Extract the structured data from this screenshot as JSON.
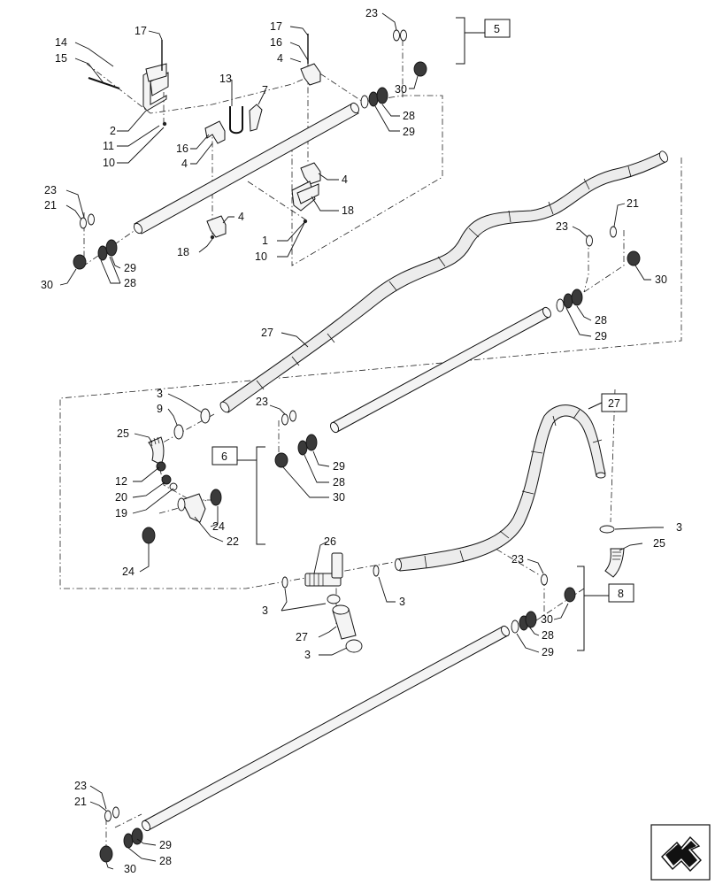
{
  "diagram": {
    "callouts": {
      "c14": "14",
      "c15": "15",
      "c17a": "17",
      "c2": "2",
      "c11": "11",
      "c10a": "10",
      "c13": "13",
      "c7": "7",
      "c16a": "16",
      "c4a": "4",
      "c17b": "17",
      "c16b": "16",
      "c4b": "4",
      "c23a": "23",
      "c30a": "30",
      "c28a": "28",
      "c29a": "29",
      "c4c": "4",
      "c18a": "18",
      "c1": "1",
      "c10b": "10",
      "c4d": "4",
      "c18b": "18",
      "c23b": "23",
      "c21b": "21",
      "c29b": "29",
      "c28b": "28",
      "c30b": "30",
      "c23c": "23",
      "c21c": "21",
      "c30c": "30",
      "c28c": "28",
      "c29c": "29",
      "c27a": "27",
      "c3a": "3",
      "c9": "9",
      "c25a": "25",
      "c12": "12",
      "c20": "20",
      "c19": "19",
      "c22": "22",
      "c24a": "24",
      "c24b": "24",
      "c23d": "23",
      "c29d": "29",
      "c28d": "28",
      "c30d": "30",
      "c3b": "3",
      "c25b": "25",
      "c23e": "23",
      "c30e": "30",
      "c28e": "28",
      "c29e": "29",
      "c26": "26",
      "c3c": "3",
      "c3d": "3",
      "c27c": "27",
      "c3e": "3",
      "c23f": "23",
      "c21f": "21",
      "c29f": "29",
      "c28f": "28",
      "c30f": "30"
    },
    "boxes": {
      "box5": "5",
      "box6": "6",
      "box27": "27",
      "box8": "8"
    },
    "nav_icon": "navigation-arrow-icon"
  }
}
